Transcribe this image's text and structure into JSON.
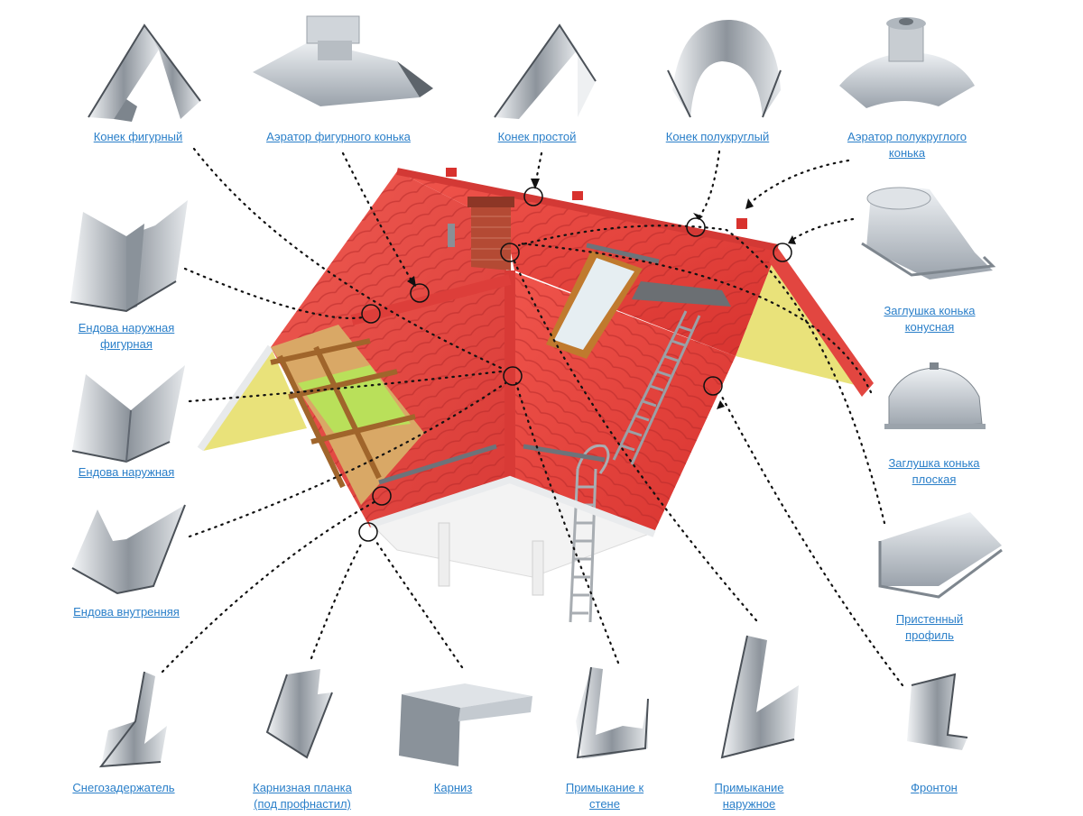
{
  "labels": {
    "konek_figurny": "Конек фигурный",
    "aerator_figurnogo": "Аэратор фигурного конька",
    "konek_prostoy": "Конек простой",
    "konek_polukrugly": "Конек полукруглый",
    "aerator_polukruglogo_1": "Аэратор полукруглого",
    "aerator_polukruglogo_2": "конька",
    "zaglushka_konusnaya_1": "Заглушка конька",
    "zaglushka_konusnaya_2": "конусная",
    "zaglushka_ploskaya_1": "Заглушка конька",
    "zaglushka_ploskaya_2": "плоская",
    "pristenny_1": "Пристенный",
    "pristenny_2": "профиль",
    "frontone": "Фронтон",
    "primykanie_naruzh_1": "Примыкание",
    "primykanie_naruzh_2": "наружное",
    "primykanie_stene_1": "Примыкание к",
    "primykanie_stene_2": "стене",
    "karniz": "Карниз",
    "karniznaya_1": "Карнизная планка",
    "karniznaya_2": "(под профнастил)",
    "snegozaderzh": "Снегозадержатель",
    "endova_vnutr": "Ендова внутренняя",
    "endova_naruzh": "Ендова наружная",
    "endova_figurnaya_1": "Ендова наружная",
    "endova_figurnaya_2": "фигурная"
  },
  "colors": {
    "link": "#2a7fc9",
    "roof": "#e8403c",
    "roof_dark": "#c8302e",
    "gable": "#e9e27a",
    "metal_light": "#d9dde2",
    "metal_dark": "#5f6670",
    "wood": "#c8843d",
    "insulation": "#b9e05a",
    "brick": "#b44a34"
  }
}
